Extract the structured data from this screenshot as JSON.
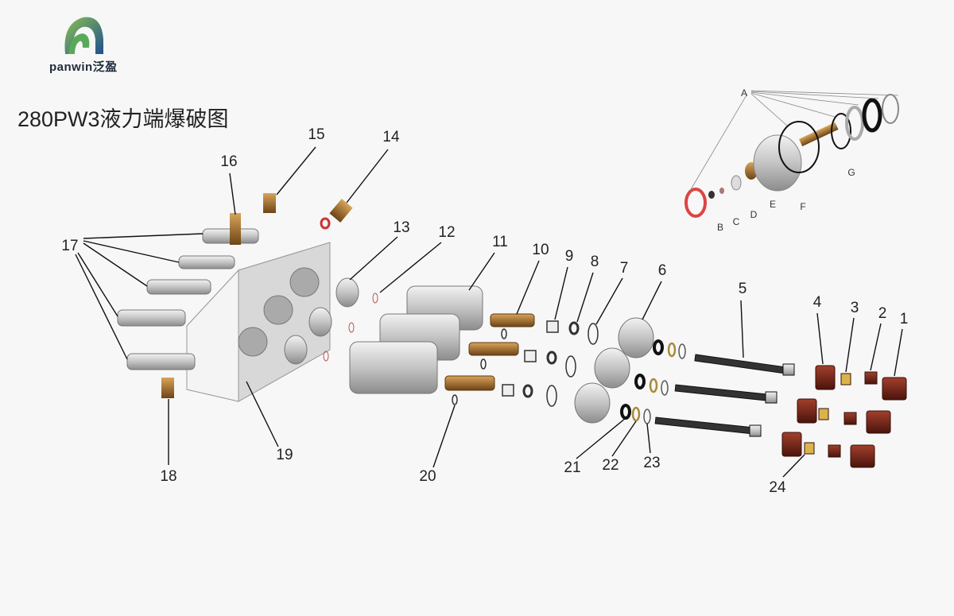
{
  "logo": {
    "brand": "panwin泛盈"
  },
  "title": "280PW3液力端爆破图",
  "part_numbers": [
    "1",
    "2",
    "3",
    "4",
    "5",
    "6",
    "7",
    "8",
    "9",
    "10",
    "11",
    "12",
    "13",
    "14",
    "15",
    "16",
    "17",
    "18",
    "19",
    "20",
    "21",
    "22",
    "23",
    "24"
  ],
  "detail_letters": [
    "A",
    "B",
    "C",
    "D",
    "E",
    "F",
    "G"
  ],
  "colors": {
    "logo_green": "#5aa95a",
    "logo_blue": "#1f4f8f",
    "bronze": "#8a5a22",
    "nut": "#6a1e14",
    "steel": "#c8c8c8"
  }
}
